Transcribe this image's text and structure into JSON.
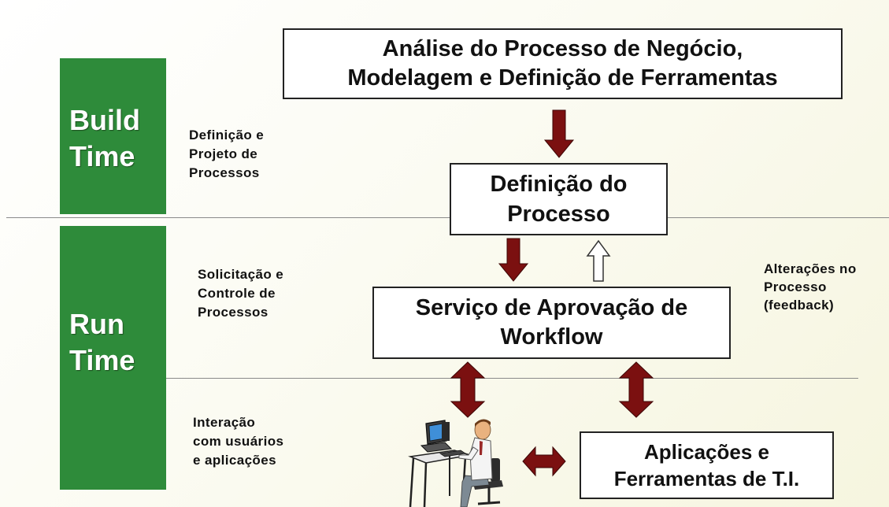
{
  "phases": {
    "build": [
      "Build",
      "Time"
    ],
    "run": [
      "Run",
      "Time"
    ]
  },
  "boxes": {
    "analise": [
      "Análise do Processo de Negócio,",
      "Modelagem e Definição de Ferramentas"
    ],
    "definicao": [
      "Definição do",
      "Processo"
    ],
    "servico": [
      "Serviço de Aprovação de",
      "Workflow"
    ],
    "aplicacoes": [
      "Aplicações e",
      "Ferramentas de T.I."
    ]
  },
  "notes": {
    "build": [
      "Definição e",
      "Projeto de",
      "Processos"
    ],
    "run": [
      "Solicitação e",
      "Controle de",
      "Processos"
    ],
    "interacao": [
      "Interação",
      "com usuários",
      "e aplicações"
    ],
    "feedback": [
      "Alterações no",
      "Processo",
      "(feedback)"
    ]
  },
  "colors": {
    "phase_green": "#2e8b3a",
    "arrow_red": "#7b1010",
    "divider": "#8a8a8a"
  },
  "icons": {
    "user_workstation": "person-at-computer-icon"
  }
}
